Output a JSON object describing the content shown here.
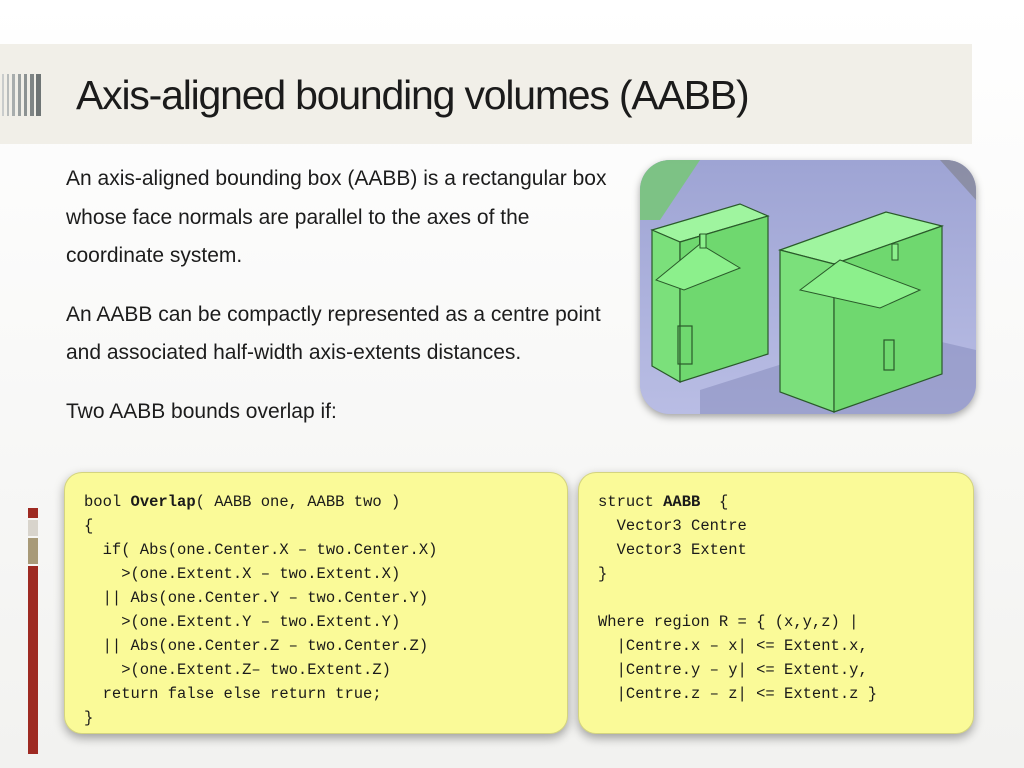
{
  "slide": {
    "title": "Axis-aligned bounding volumes (AABB)",
    "paragraphs": [
      "An axis-aligned bounding box (AABB) is a rectangular box whose face normals are parallel to the axes of the coordinate system.",
      "An AABB can be compactly represented as a centre point and associated half-width axis-extents distances.",
      "Two AABB bounds overlap if:"
    ],
    "illustration_icon": "bounding-boxes-houses-illustration"
  },
  "code_left": {
    "sig_prefix": "bool ",
    "sig_name": "Overlap",
    "sig_suffix": "( AABB one, AABB two )",
    "lines": [
      "{",
      "  if( Abs(one.Center.X – two.Center.X)",
      "    >(one.Extent.X – two.Extent.X)",
      "  || Abs(one.Center.Y – two.Center.Y)",
      "    >(one.Extent.Y – two.Extent.Y)",
      "  || Abs(one.Center.Z – two.Center.Z)",
      "    >(one.Extent.Z– two.Extent.Z)",
      "  return false else return true;",
      "}"
    ]
  },
  "code_right": {
    "struct_prefix": "struct ",
    "struct_name": "AABB",
    "struct_suffix": "  {",
    "lines": [
      "  Vector3 Centre",
      "  Vector3 Extent",
      "}",
      "",
      "Where region R = { (x,y,z) |",
      "  |Centre.x – x| <= Extent.x,",
      "  |Centre.y – y| <= Extent.y,",
      "  |Centre.z – z| <= Extent.z }"
    ]
  },
  "colors": {
    "accent_red": "#9e2a22",
    "accent_tan": "#a89a78",
    "code_bg": "#fafa98",
    "box_green": "#7ef07e"
  }
}
